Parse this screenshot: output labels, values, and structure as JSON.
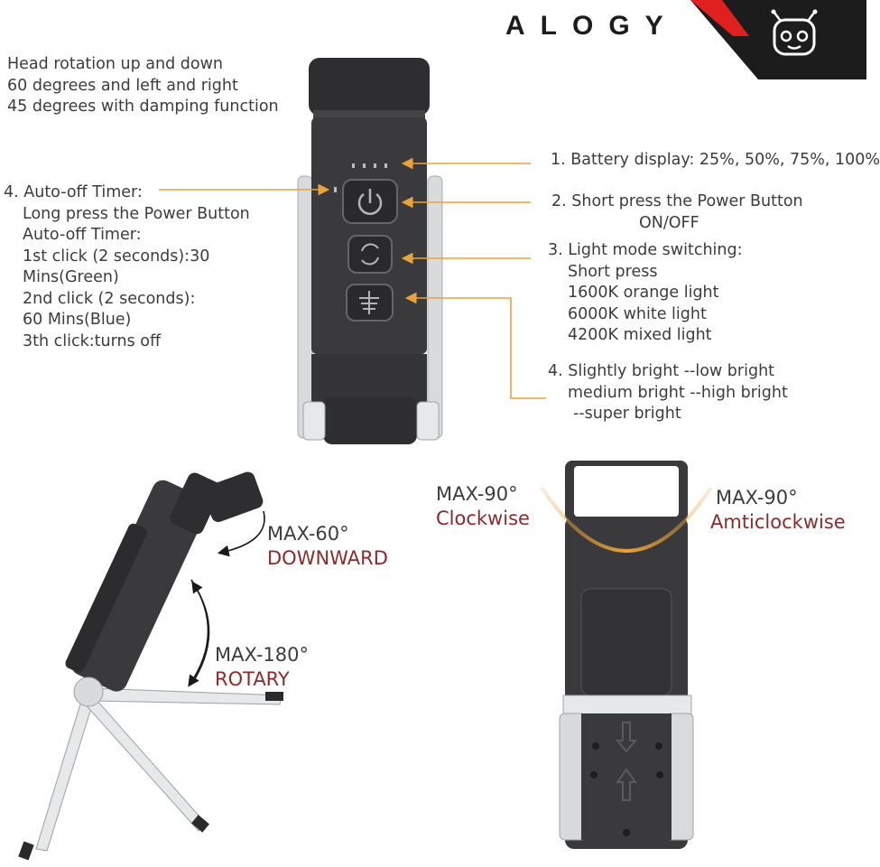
{
  "brand": {
    "name": "ALOGY",
    "logo_icon": "robot-face-icon",
    "colors": {
      "dark": "#1c1c1c",
      "red": "#e01f1f"
    }
  },
  "head_rotation": {
    "lines": [
      "Head rotation up and down",
      "60 degrees and left and right",
      "45 degrees with damping function"
    ]
  },
  "callouts": {
    "battery": "1. Battery display: 25%, 50%, 75%, 100%",
    "power": {
      "line1": "2. Short press the Power Button",
      "line2": "ON/OFF"
    },
    "mode": {
      "title": "3. Light mode switching:",
      "lines": [
        "Short press",
        "1600K orange light",
        "6000K white light",
        "4200K mixed light"
      ]
    },
    "brightness": {
      "lines": [
        "4. Slightly bright --low bright",
        "medium bright --high bright",
        "--super bright"
      ]
    },
    "timer": {
      "lines": [
        "4. Auto-off Timer:",
        "Long press the Power Button",
        "Auto-off Timer:",
        "1st click (2 seconds):30",
        "Mins(Green)",
        "2nd click (2 seconds):",
        "60 Mins(Blue)",
        "3th click:turns off"
      ]
    }
  },
  "rotations": {
    "downward": {
      "value": "MAX-60°",
      "label": "DOWNWARD"
    },
    "rotary": {
      "value": "MAX-180°",
      "label": "ROTARY"
    },
    "clockwise": {
      "value": "MAX-90°",
      "label": "Clockwise"
    },
    "anticlockwise": {
      "value": "MAX-90°",
      "label": "Amticlockwise"
    }
  },
  "colors": {
    "accent": "#e8a33a",
    "device": "#3a3a3c",
    "label_red": "#8c2a2a"
  }
}
